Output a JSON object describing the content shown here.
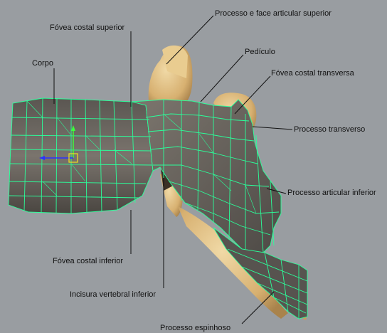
{
  "labels": {
    "processo_face": "Processo e face articular superior",
    "fovea_superior": "Fóvea costal superior",
    "corpo": "Corpo",
    "pediculo": "Pedículo",
    "fovea_transversa": "Fóvea costal transversa",
    "processo_transverso": "Processo transverso",
    "processo_articular_inferior": "Processo articular inferior",
    "fovea_inferior": "Fóvea costal inferior",
    "incisura": "Incisura vertebral inferior",
    "processo_espinhoso": "Processo espinhoso"
  },
  "colors": {
    "background": "#999da1",
    "wireframe": "#2bff9a",
    "bone": "#d9b878",
    "mesh_gray": "#6d6863",
    "leader_line": "#111111"
  }
}
